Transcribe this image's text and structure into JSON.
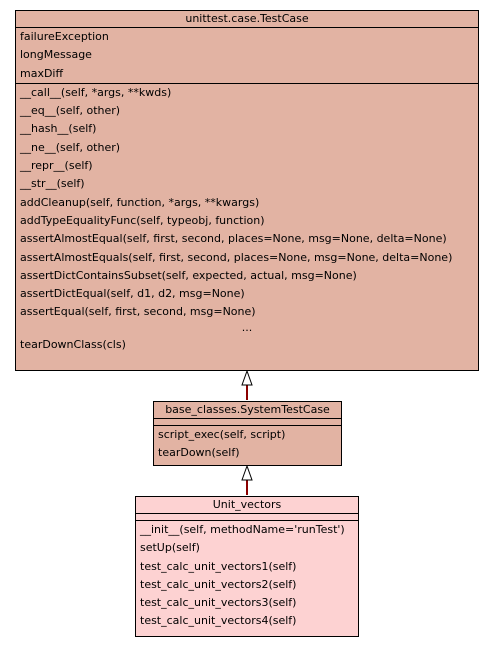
{
  "classes": {
    "testcase": {
      "name": "unittest.case.TestCase",
      "attributes": [
        "failureException",
        "longMessage",
        "maxDiff"
      ],
      "methods": [
        "__call__(self, *args, **kwds)",
        "__eq__(self, other)",
        "__hash__(self)",
        "__ne__(self, other)",
        "__repr__(self)",
        "__str__(self)",
        "addCleanup(self, function, *args, **kwargs)",
        "addTypeEqualityFunc(self, typeobj, function)",
        "assertAlmostEqual(self, first, second, places=None, msg=None, delta=None)",
        "assertAlmostEquals(self, first, second, places=None, msg=None, delta=None)",
        "assertDictContainsSubset(self, expected, actual, msg=None)",
        "assertDictEqual(self, d1, d2, msg=None)",
        "assertEqual(self, first, second, msg=None)"
      ],
      "ellipsis": "...",
      "last_method": "tearDownClass(cls)"
    },
    "systemtestcase": {
      "name": "base_classes.SystemTestCase",
      "methods": [
        "script_exec(self, script)",
        "tearDown(self)"
      ]
    },
    "unitvectors": {
      "name": "Unit_vectors",
      "methods": [
        "__init__(self, methodName='runTest')",
        "setUp(self)",
        "test_calc_unit_vectors1(self)",
        "test_calc_unit_vectors2(self)",
        "test_calc_unit_vectors3(self)",
        "test_calc_unit_vectors4(self)"
      ]
    }
  },
  "colors": {
    "base_fill": "#e2b3a3",
    "leaf_fill": "#fdd2d2",
    "edge": "#8b0000"
  }
}
